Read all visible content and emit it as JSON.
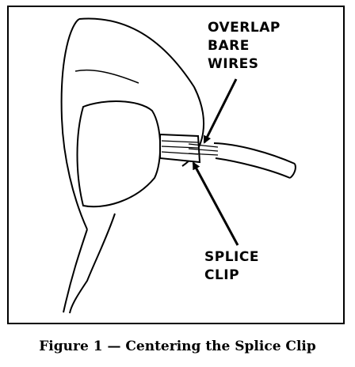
{
  "callouts": {
    "overlap": [
      "OVERLAP",
      "BARE",
      "WIRES"
    ],
    "splice": [
      "SPLICE",
      "CLIP"
    ]
  },
  "caption": "Figure 1 — Centering the Splice Clip"
}
